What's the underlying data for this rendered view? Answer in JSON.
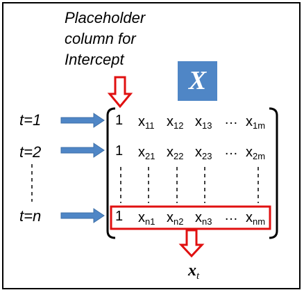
{
  "annotation": {
    "lines": [
      "Placeholder",
      "column for",
      "Intercept"
    ]
  },
  "matrix_label": "X",
  "row_labels": [
    "t=1",
    "t=2",
    "t=n"
  ],
  "rows": [
    {
      "one": "1",
      "cells": [
        {
          "base": "x",
          "sub": "11"
        },
        {
          "base": "x",
          "sub": "12"
        },
        {
          "base": "x",
          "sub": "13"
        }
      ],
      "ellipsis": "…",
      "last": {
        "base": "x",
        "sub": "1m"
      }
    },
    {
      "one": "1",
      "cells": [
        {
          "base": "x",
          "sub": "21"
        },
        {
          "base": "x",
          "sub": "22"
        },
        {
          "base": "x",
          "sub": "23"
        }
      ],
      "ellipsis": "…",
      "last": {
        "base": "x",
        "sub": "2m"
      }
    },
    {
      "one": "1",
      "cells": [
        {
          "base": "x",
          "sub": "n1"
        },
        {
          "base": "x",
          "sub": "n2"
        },
        {
          "base": "x",
          "sub": "n3"
        }
      ],
      "ellipsis": "…",
      "last": {
        "base": "x",
        "sub": "nm"
      }
    }
  ],
  "output_label": {
    "base": "x",
    "sub": "t"
  },
  "colors": {
    "arrow_blue": "#4f86c6",
    "badge_blue": "#4f86c6",
    "highlight_red": "#e01010"
  }
}
